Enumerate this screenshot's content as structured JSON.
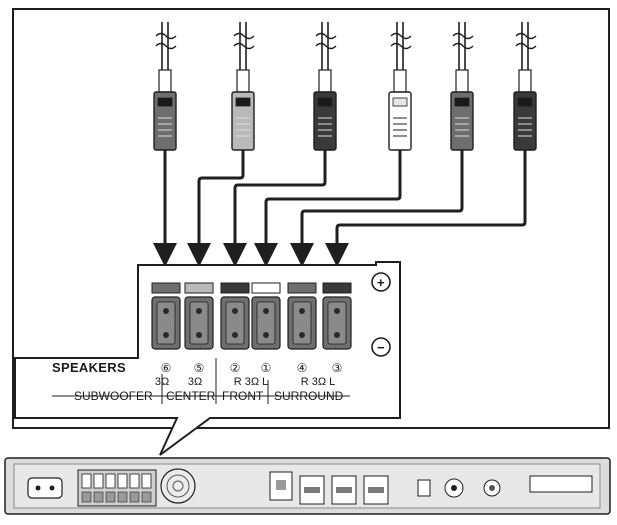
{
  "panel": {
    "speakers_label": "SPEAKERS",
    "terminals": [
      {
        "number": "⑥",
        "impedance": "3Ω"
      },
      {
        "number": "⑤",
        "impedance": "3Ω"
      },
      {
        "number": "②",
        "impedance": "R 3Ω L"
      },
      {
        "number": "①",
        "impedance": ""
      },
      {
        "number": "④",
        "impedance": "R 3Ω L"
      },
      {
        "number": "③",
        "impedance": ""
      }
    ],
    "groups": [
      "SUBWOOFER",
      "CENTER",
      "FRONT",
      "SURROUND"
    ],
    "plus_symbol": "+",
    "minus_symbol": "−"
  },
  "colors": {
    "line": "#1f1f1f",
    "plug_dark": "#3a3a3a",
    "plug_mid": "#6e6e6e",
    "plug_light": "#b9b9b9",
    "plug_white": "#ffffff",
    "terminal_body": "#6f6f6f",
    "unit_body": "#dcdcdc"
  },
  "plugs": [
    {
      "id": "plug-1",
      "tone": "mid"
    },
    {
      "id": "plug-2",
      "tone": "light"
    },
    {
      "id": "plug-3",
      "tone": "dark"
    },
    {
      "id": "plug-4",
      "tone": "white"
    },
    {
      "id": "plug-5",
      "tone": "mid"
    },
    {
      "id": "plug-6",
      "tone": "dark"
    }
  ]
}
